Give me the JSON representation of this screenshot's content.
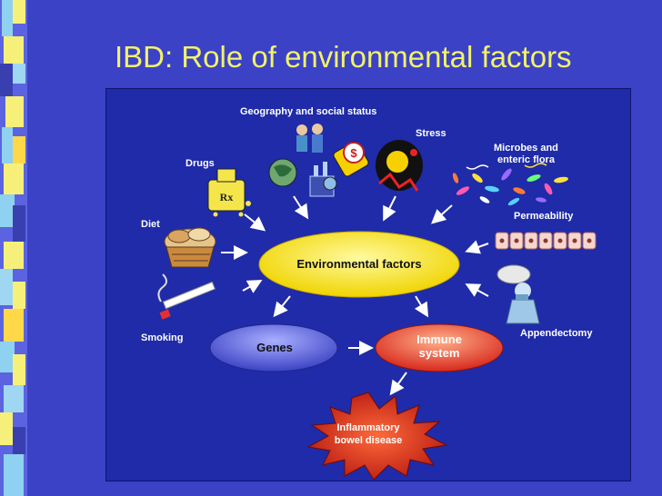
{
  "slide": {
    "title": "IBD: Role of environmental factors"
  },
  "diagram": {
    "center": "Environmental factors",
    "genes": "Genes",
    "immune_line1": "Immune",
    "immune_line2": "system",
    "outcome_line1": "Inflammatory",
    "outcome_line2": "bowel disease",
    "factors": {
      "geography": "Geography and social status",
      "stress": "Stress",
      "microbes_line1": "Microbes and",
      "microbes_line2": "enteric flora",
      "drugs": "Drugs",
      "diet": "Diet",
      "permeability": "Permeability",
      "smoking": "Smoking",
      "appendectomy": "Appendectomy"
    },
    "icons": {
      "drugs": "pill-bottle-rx-icon",
      "geography": "globe-people-factory-icon",
      "stress": "stressed-person-icon",
      "microbes": "bacteria-icon",
      "diet": "bread-basket-icon",
      "permeability": "intestinal-cells-icon",
      "smoking": "cigarette-icon",
      "appendectomy": "surgeon-icon"
    }
  },
  "colors": {
    "background": "#3c42c6",
    "panel": "#1f2ba8",
    "title": "#f1f26a",
    "center_ellipse": "#f5e400",
    "genes_ellipse": "#5a63d8",
    "immune_ellipse": "#e83a2a",
    "outcome_burst": "#d6231a"
  }
}
